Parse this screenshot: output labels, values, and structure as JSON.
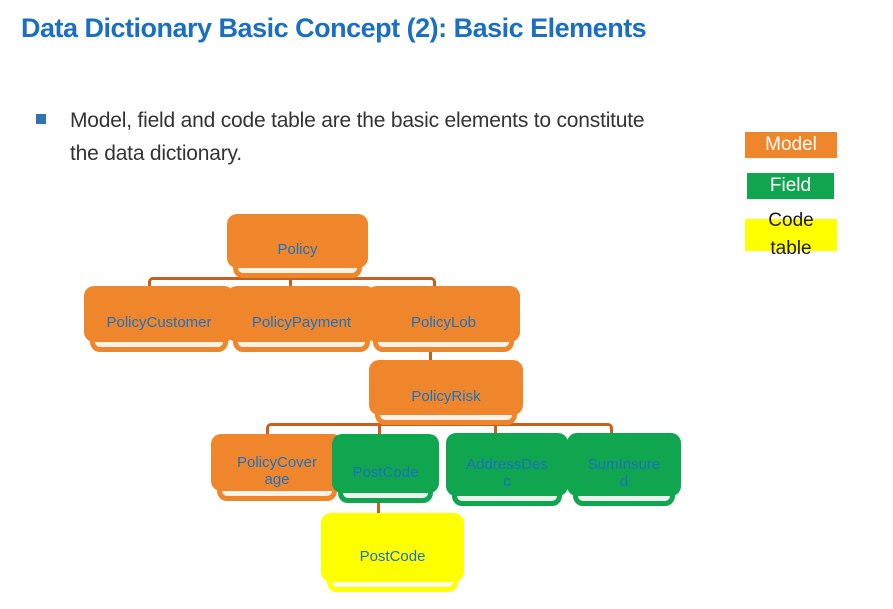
{
  "slide": {
    "title": "Data Dictionary Basic Concept (2): Basic Elements",
    "bullet_text": "Model, field and code table are the basic elements to constitute the data dictionary."
  },
  "legend": {
    "items": [
      {
        "label": "Model",
        "type": "model"
      },
      {
        "label": "Field",
        "type": "field"
      },
      {
        "label": "Code\ntable",
        "type": "code_table"
      }
    ]
  },
  "diagram": {
    "nodes": [
      {
        "id": "policy",
        "label": "Policy",
        "type": "model",
        "parent": null
      },
      {
        "id": "policy-customer",
        "label": "PolicyCustomer",
        "type": "model",
        "parent": "policy"
      },
      {
        "id": "policy-payment",
        "label": "PolicyPayment",
        "type": "model",
        "parent": "policy"
      },
      {
        "id": "policy-lob",
        "label": "PolicyLob",
        "type": "model",
        "parent": "policy"
      },
      {
        "id": "policy-risk",
        "label": "PolicyRisk",
        "type": "model",
        "parent": "policy-lob"
      },
      {
        "id": "policy-coverage",
        "label": "PolicyCover\nage",
        "type": "model",
        "parent": "policy-risk"
      },
      {
        "id": "postcode-field",
        "label": "PostCode",
        "type": "field",
        "parent": "policy-risk"
      },
      {
        "id": "address-desc",
        "label": "AddressDes\nc",
        "type": "field",
        "parent": "policy-risk"
      },
      {
        "id": "sum-insured",
        "label": "SumInsure\nd",
        "type": "field",
        "parent": "policy-risk"
      },
      {
        "id": "postcode-codetable",
        "label": "PostCode",
        "type": "code_table",
        "parent": "postcode-field"
      }
    ]
  },
  "colors": {
    "model": "#F0862C",
    "field": "#10A64F",
    "code_table": "#FFFF00",
    "connector": "#C6601F",
    "accent_blue": "#1B6FC1",
    "bullet_blue": "#2E74B5",
    "node_text": "#1A72C4"
  }
}
